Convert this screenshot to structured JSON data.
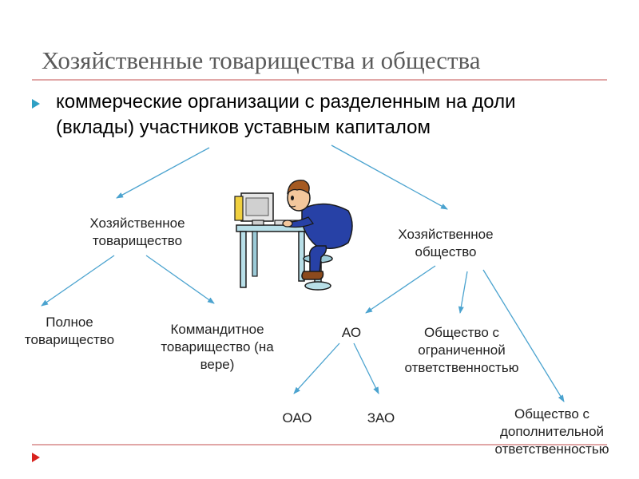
{
  "slide": {
    "title": "Хозяйственные товарищества и общества",
    "bullet": "коммерческие организации с разделенным на доли (вклады) участников уставным капиталом"
  },
  "diagram": {
    "partnership": "Хозяйственное товарищество",
    "company": "Хозяйственное общество",
    "full_partnership": "Полное товарищество",
    "limited_partnership": "Коммандитное товарищество (на вере)",
    "jsc": "АО",
    "llc": "Общество с ограниченной ответственностью",
    "alc": "Общество с дополнительной ответственностью",
    "ojsc": "ОАО",
    "cjsc": "ЗАО"
  },
  "colors": {
    "connector": "#4ba3cf",
    "accent_rule": "#e1a7a7",
    "bullet": "#2fa0c4",
    "nav_arrow": "#d8231f"
  }
}
